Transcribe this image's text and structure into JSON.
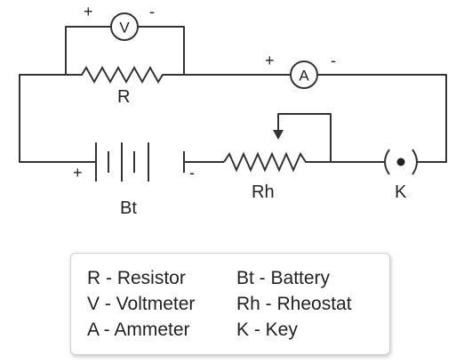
{
  "diagram": {
    "labels": {
      "resistor": "R",
      "voltmeter": "V",
      "ammeter": "A",
      "battery": "Bt",
      "rheostat": "Rh",
      "key": "K"
    },
    "polarity": {
      "voltmeter_plus": "+",
      "voltmeter_minus": "-",
      "ammeter_plus": "+",
      "ammeter_minus": "-",
      "battery_plus": "+",
      "battery_minus": "-"
    }
  },
  "legend": {
    "items": [
      "R - Resistor",
      "Bt  - Battery",
      "V - Voltmeter",
      "Rh - Rheostat",
      "A - Ammeter",
      "K - Key"
    ]
  }
}
